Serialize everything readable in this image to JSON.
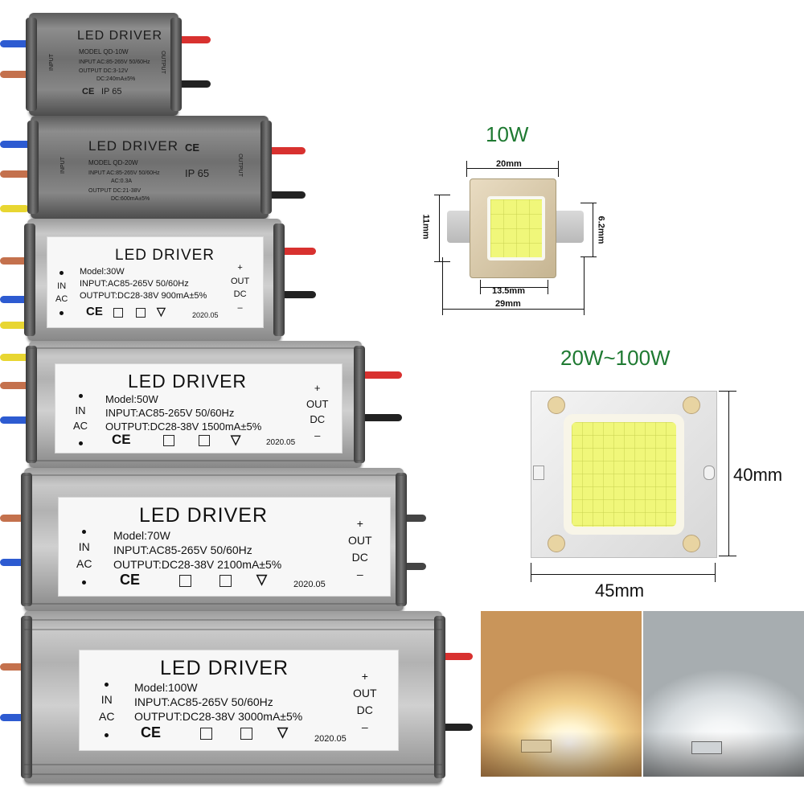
{
  "drivers": [
    {
      "brand": "LED DRIVER",
      "model": "MODEL QD-10W",
      "input": "INPUT AC:85-265V 50/60Hz",
      "output": "OUTPUT DC:3-12V",
      "output2": "DC:240mA±5%",
      "rating": "IP 65",
      "ce": "CE",
      "in_label": "INPUT",
      "out_label": "OUTPUT"
    },
    {
      "brand": "LED DRIVER",
      "model": "MODEL QD-20W",
      "input": "INPUT AC:85-265V 50/60Hz",
      "input2": "AC:0.3A",
      "output": "OUTPUT DC:21-38V",
      "output2": "DC:600mA±5%",
      "rating": "IP 65",
      "ce": "CE",
      "in_label": "INPUT",
      "out_label": "OUTPUT"
    },
    {
      "brand": "LED DRIVER",
      "model": "Model:30W",
      "input": "INPUT:AC85-265V 50/60Hz",
      "output": "OUTPUT:DC28-38V 900mA±5%",
      "date": "2020.05",
      "in": "IN",
      "ac": "AC",
      "out": "OUT",
      "dc": "DC",
      "plus": "+",
      "minus": "–",
      "ce": "CE"
    },
    {
      "brand": "LED DRIVER",
      "model": "Model:50W",
      "input": "INPUT:AC85-265V 50/60Hz",
      "output": "OUTPUT:DC28-38V 1500mA±5%",
      "date": "2020.05",
      "in": "IN",
      "ac": "AC",
      "out": "OUT",
      "dc": "DC",
      "plus": "+",
      "minus": "–",
      "ce": "CE"
    },
    {
      "brand": "LED DRIVER",
      "model": "Model:70W",
      "input": "INPUT:AC85-265V 50/60Hz",
      "output": "OUTPUT:DC28-38V 2100mA±5%",
      "date": "2020.05",
      "in": "IN",
      "ac": "AC",
      "out": "OUT",
      "dc": "DC",
      "plus": "+",
      "minus": "–",
      "ce": "CE"
    },
    {
      "brand": "LED DRIVER",
      "model": "Model:100W",
      "input": "INPUT:AC85-265V 50/60Hz",
      "output": "OUTPUT:DC28-38V 3000mA±5%",
      "date": "2020.05",
      "in": "IN",
      "ac": "AC",
      "out": "OUT",
      "dc": "DC",
      "plus": "+",
      "minus": "–",
      "ce": "CE"
    }
  ],
  "chip_small": {
    "title": "10W",
    "width_top": "20mm",
    "height_left": "11mm",
    "height_right": "6.2mm",
    "inner_width": "13.5mm",
    "outer_width": "29mm"
  },
  "chip_large": {
    "title": "20W~100W",
    "height": "40mm",
    "width": "45mm"
  },
  "colors": {
    "green_heading": "#1f7a32",
    "warm_light": "#f3d7a0",
    "cool_light": "#eef2f4",
    "led_yellow": "#f0f77a"
  }
}
